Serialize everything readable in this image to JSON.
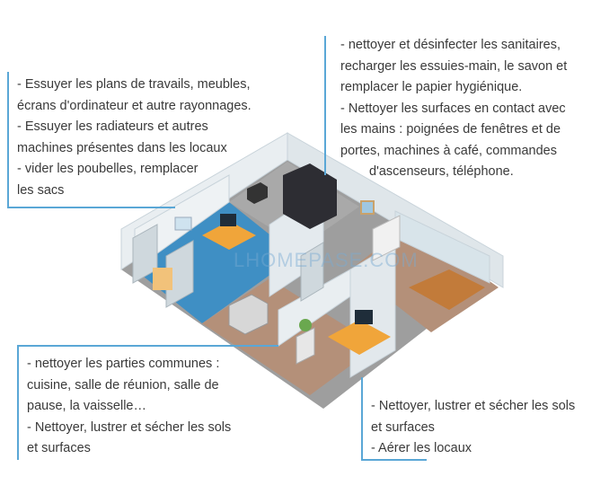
{
  "watermark": "LHOMEPASE.COM",
  "notes": {
    "top_left": [
      "- Essuyer les plans de travails, meubles,",
      "écrans d'ordinateur et autre rayonnages.",
      "- Essuyer les radiateurs et autres",
      "machines présentes dans les locaux",
      "- vider les poubelles, remplacer",
      "les sacs"
    ],
    "top_right": [
      "- nettoyer et désinfecter les sanitaires,",
      "recharger les essuies-main, le savon et",
      "remplacer le papier hygiénique.",
      "- Nettoyer les surfaces en contact avec",
      "les mains : poignées de fenêtres et de",
      "portes, machines à café, commandes",
      "d'ascenseurs, téléphone."
    ],
    "bottom_left": [
      "- nettoyer les parties communes :",
      "cuisine, salle de réunion, salle de",
      "pause, la vaisselle…",
      "- Nettoyer, lustrer et sécher les sols",
      "et surfaces"
    ],
    "bottom_right": [
      "- Nettoyer, lustrer et sécher les sols",
      "et surfaces",
      "- Aérer les locaux"
    ]
  },
  "colors": {
    "callout_line": "#5aa7d6",
    "wall": "#e9eef1",
    "wall_edge": "#c8d3da",
    "floor_blue": "#3f8fc4",
    "floor_wood": "#b49079",
    "accent_orange": "#f0a53a"
  }
}
